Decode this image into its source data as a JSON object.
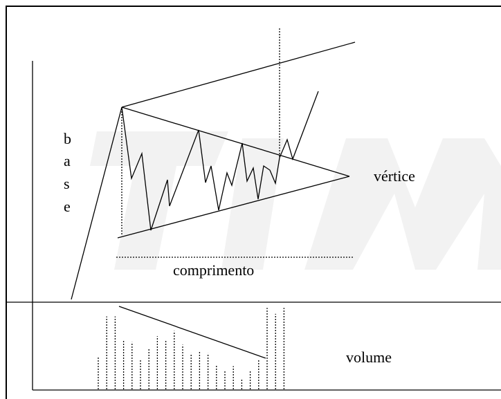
{
  "diagram": {
    "base_letters": [
      "b",
      "a",
      "s",
      "e"
    ],
    "vertex_label": "vértice",
    "length_label": "comprimento",
    "volume_label": "volume"
  },
  "volume_bars": [
    {
      "level": 0.38
    },
    {
      "level": 0.85
    },
    {
      "level": 0.85
    },
    {
      "level": 0.57
    },
    {
      "level": 0.55
    },
    {
      "level": 0.35
    },
    {
      "level": 0.47
    },
    {
      "level": 0.62
    },
    {
      "level": 0.58
    },
    {
      "level": 0.68
    },
    {
      "level": 0.52
    },
    {
      "level": 0.42
    },
    {
      "level": 0.45
    },
    {
      "level": 0.42
    },
    {
      "level": 0.29
    },
    {
      "level": 0.22
    },
    {
      "level": 0.27
    },
    {
      "level": 0.12
    },
    {
      "level": 0.22
    },
    {
      "level": 0.34
    },
    {
      "level": 0.95
    },
    {
      "level": 0.88
    },
    {
      "level": 0.95
    }
  ]
}
